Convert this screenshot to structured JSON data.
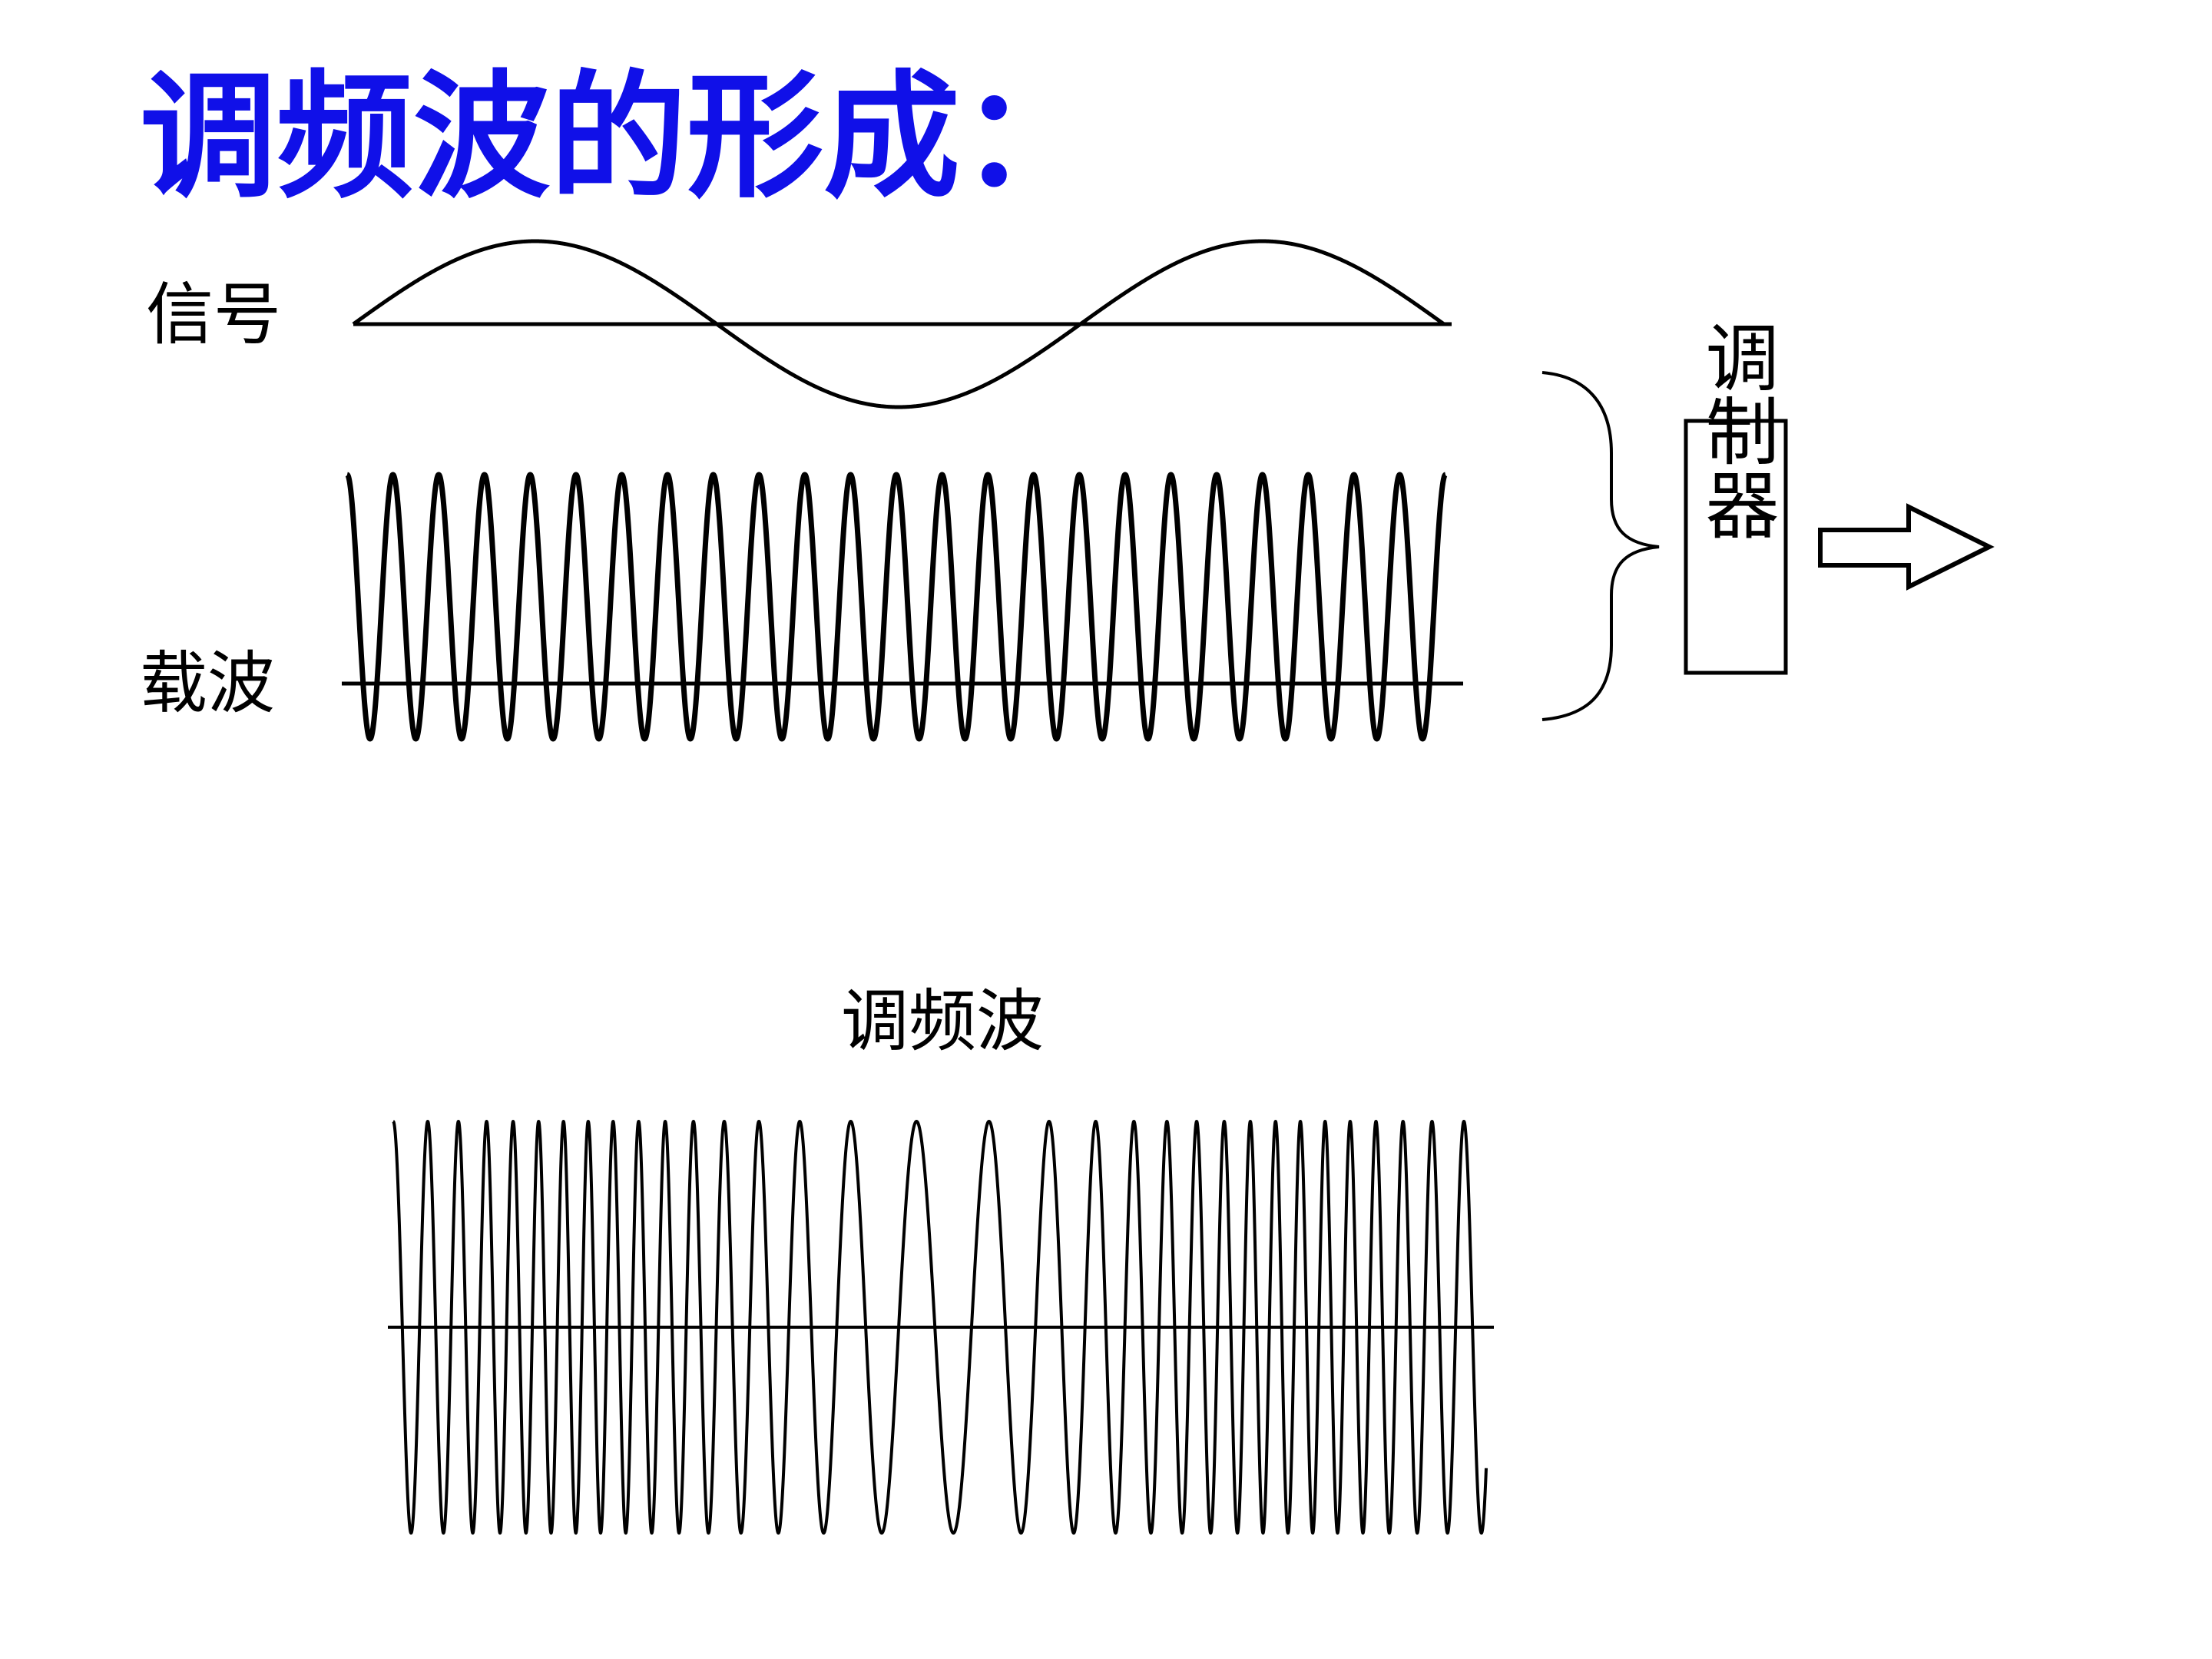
{
  "title": "调频波的形成：",
  "labels": {
    "signal": "信号",
    "carrier": "载波",
    "fm_wave": "调频波",
    "modulator": "调制器"
  },
  "colors": {
    "title": "#1010e8",
    "ink": "#000000",
    "background": "#ffffff"
  },
  "signal": {
    "cycles": 1.5
  },
  "carrier": {
    "cycles": 24
  },
  "fm_wave": {
    "cycles": 29.5,
    "deviation": 0.5
  },
  "icons": {
    "brace": "right-curly-brace",
    "arrow": "hollow-right-arrow"
  }
}
